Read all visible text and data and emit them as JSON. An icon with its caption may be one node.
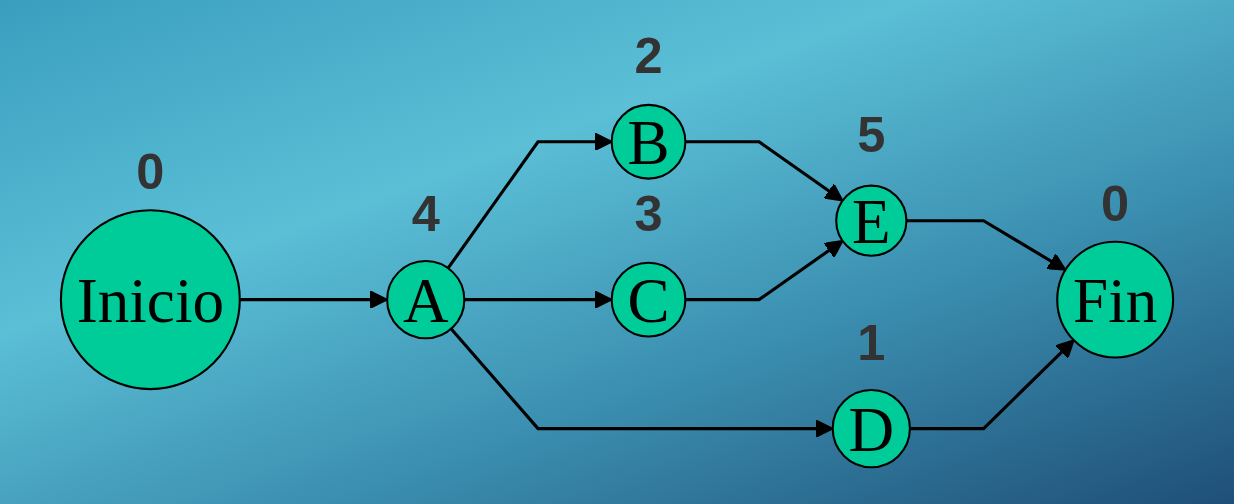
{
  "diagram": {
    "nodes": [
      {
        "text": [
          "Inicio"
        ],
        "beside": [
          "0"
        ]
      },
      {
        "text": [
          "A"
        ],
        "beside": [
          "4"
        ]
      },
      {
        "text": [
          "B"
        ],
        "beside": [
          "2"
        ]
      },
      {
        "text": [
          "C"
        ],
        "beside": [
          "3"
        ]
      },
      {
        "text": [
          "D"
        ],
        "beside": [
          "1"
        ]
      },
      {
        "text": [
          "E"
        ],
        "beside": [
          "5"
        ]
      },
      {
        "text": [
          "Fin"
        ],
        "beside": [
          "0"
        ]
      }
    ],
    "edges": [
      {
        "from": 0,
        "to": 1,
        "arrow": "to"
      },
      {
        "from": 1,
        "to": 2,
        "arrow": "to"
      },
      {
        "from": 1,
        "to": 3,
        "arrow": "to"
      },
      {
        "from": 1,
        "to": 4,
        "arrow": "to"
      },
      {
        "from": 2,
        "to": 5,
        "arrow": "to"
      },
      {
        "from": 3,
        "to": 5,
        "arrow": "to"
      },
      {
        "from": 5,
        "to": 6,
        "arrow": "to"
      },
      {
        "from": 4,
        "to": 6,
        "arrow": "to"
      }
    ]
  }
}
